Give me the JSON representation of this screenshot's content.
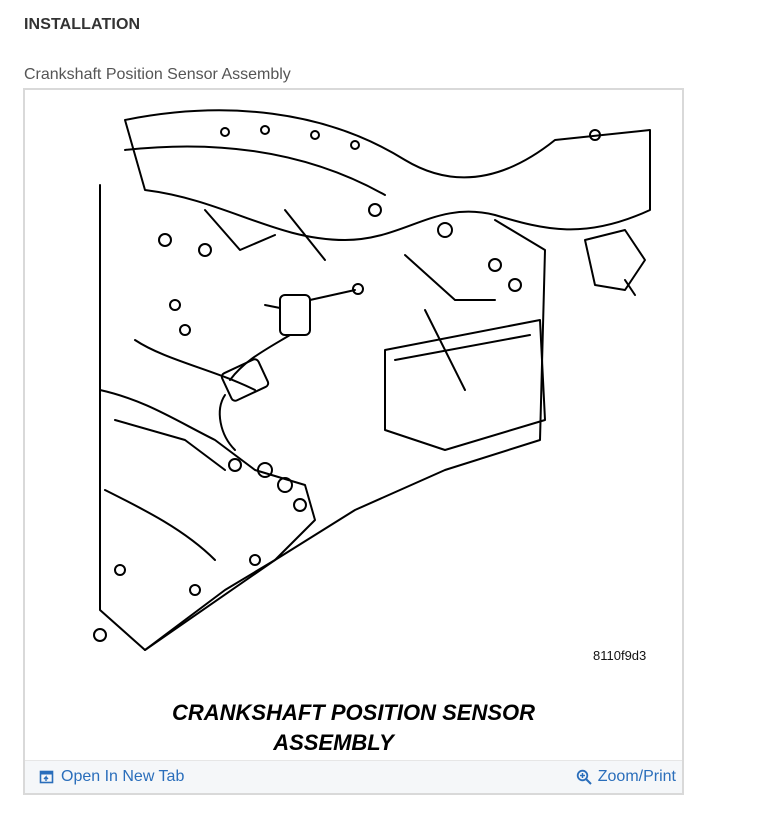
{
  "section": {
    "title": "INSTALLATION"
  },
  "figure": {
    "caption": "Crankshaft Position Sensor Assembly",
    "diagram_code": "8110f9d3",
    "diagram_title_line1": "CRANKSHAFT POSITION SENSOR",
    "diagram_title_line2": "ASSEMBLY"
  },
  "toolbar": {
    "open_tab_label": "Open In New Tab",
    "open_tab_icon": "open-new-tab-icon",
    "zoom_label": "Zoom/Print",
    "zoom_icon": "magnifier-plus-icon"
  },
  "colors": {
    "link": "#2a6ebb",
    "frame_border": "#d9d9d9",
    "toolbar_bg": "#f5f7f9"
  }
}
